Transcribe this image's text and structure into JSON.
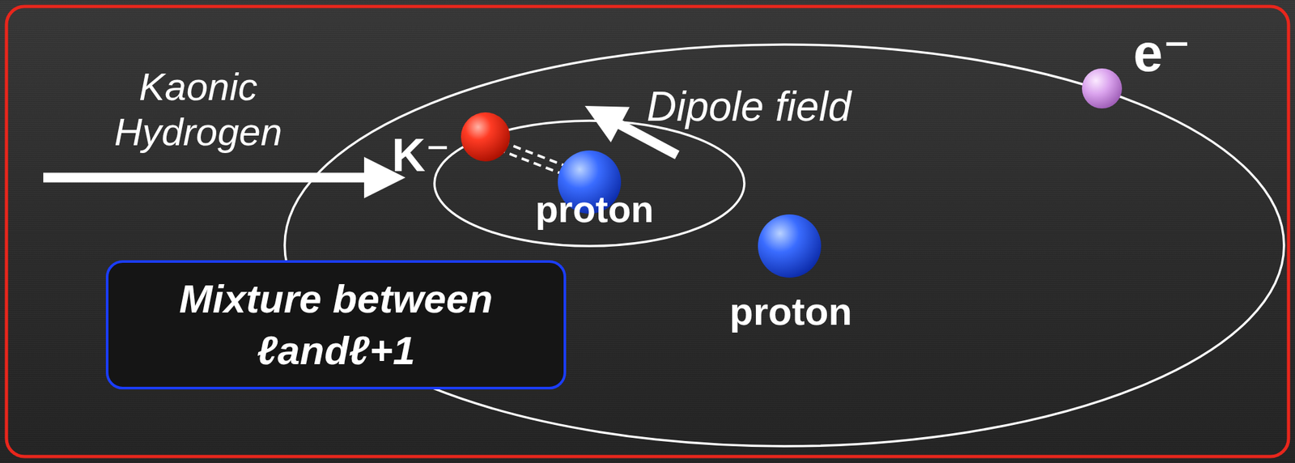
{
  "diagram": {
    "nodes": [
      {
        "text": [
          "Mixture between ℓandℓ+1"
        ]
      }
    ],
    "labels": [
      "Kaonic Hydrogen",
      "K⁻",
      "Dipole field",
      "proton",
      "proton",
      "e⁻"
    ]
  }
}
